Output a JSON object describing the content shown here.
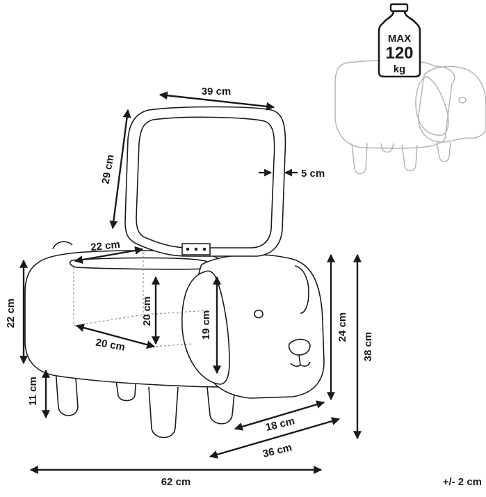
{
  "weight_badge": {
    "line1": "MAX",
    "line2": "120",
    "line3": "kg"
  },
  "dimensions": {
    "lid_width": "39 cm",
    "lid_height": "29 cm",
    "lid_thickness": "5 cm",
    "inner_width": "22 cm",
    "inner_height": "20 cm",
    "inner_depth": "20 cm",
    "body_height": "22 cm",
    "leg_height": "11 cm",
    "ear_height": "19 cm",
    "head_height": "24 cm",
    "total_height": "38 cm",
    "head_depth": "18 cm",
    "total_depth": "36 cm",
    "total_length": "62 cm"
  },
  "tolerance": "+/- 2 cm",
  "colors": {
    "outline": "#1a1a1a",
    "ghost": "#b5b5b5",
    "dashed": "#8a8a8a"
  }
}
